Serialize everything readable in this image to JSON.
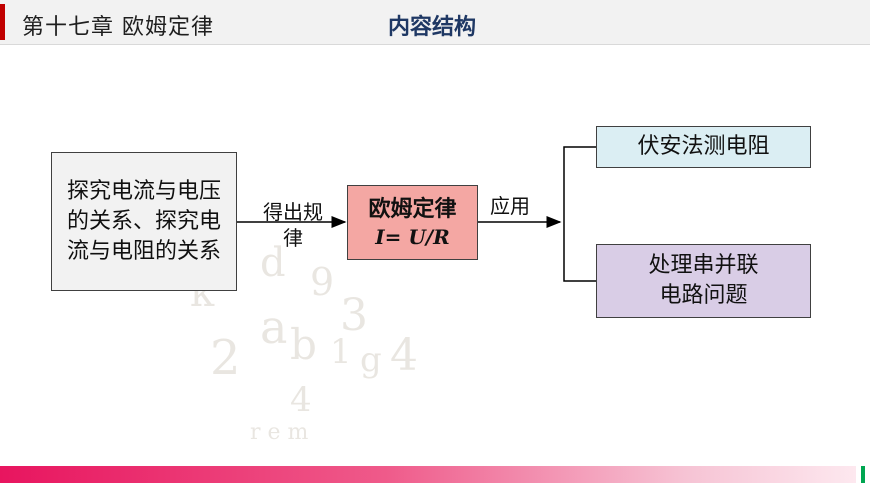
{
  "header": {
    "chapter_title": "第十七章  欧姆定律",
    "section_title": "内容结构"
  },
  "diagram": {
    "source_node": "探究电流与电压的关系、探究电流与电阻的关系",
    "derive_label": "得出规律",
    "law_node": {
      "title": "欧姆定律",
      "formula": "I= U/R"
    },
    "apply_label": "应用",
    "applications": [
      "伏安法测电阻",
      "处理串并联电路问题"
    ]
  },
  "colors": {
    "source_fill": "#f2f2f2",
    "law_fill": "#f4a7a3",
    "app1_fill": "#dbeef3",
    "app2_fill": "#d9cde6",
    "accent_bar": "#e8155f"
  }
}
